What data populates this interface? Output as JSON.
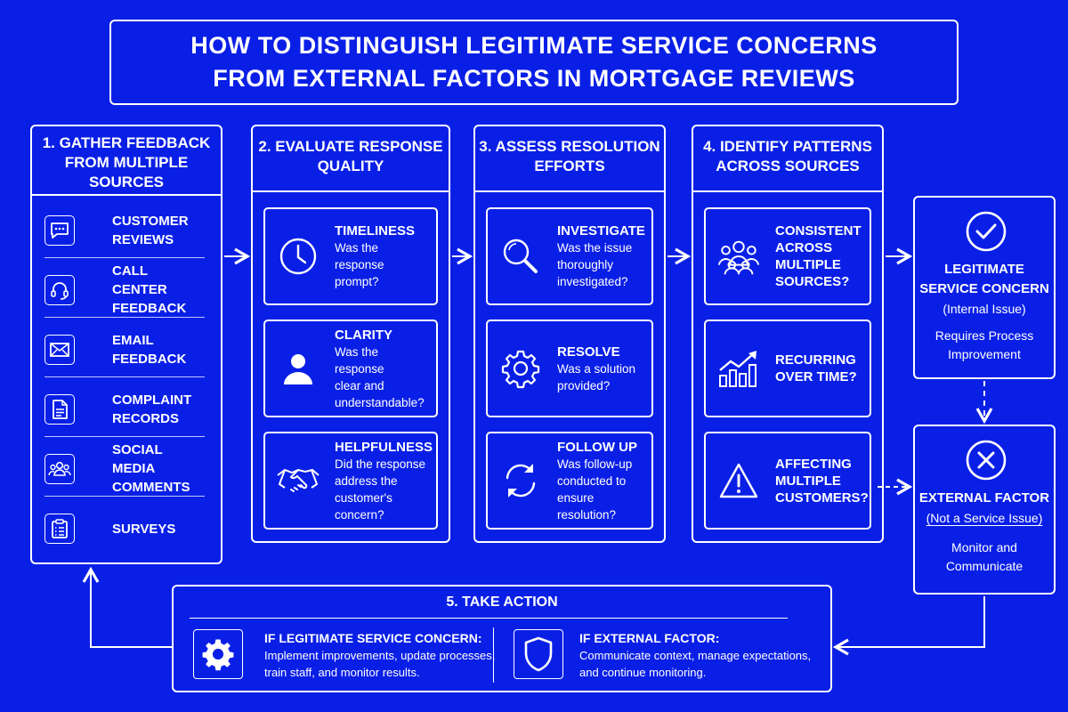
{
  "title": {
    "line1": "HOW TO DISTINGUISH LEGITIMATE SERVICE CONCERNS",
    "line2": "FROM EXTERNAL FACTORS IN MORTGAGE REVIEWS"
  },
  "step1": {
    "heading": [
      "1. GATHER FEEDBACK",
      "FROM MULTIPLE",
      "SOURCES"
    ],
    "items": [
      {
        "icon": "chat-bubble-icon",
        "label": [
          "CUSTOMER",
          "REVIEWS"
        ]
      },
      {
        "icon": "headset-icon",
        "label": [
          "CALL CENTER",
          "FEEDBACK"
        ]
      },
      {
        "icon": "envelope-icon",
        "label": [
          "EMAIL",
          "FEEDBACK"
        ]
      },
      {
        "icon": "document-icon",
        "label": [
          "COMPLAINT",
          "RECORDS"
        ]
      },
      {
        "icon": "people-icon",
        "label": [
          "SOCIAL MEDIA",
          "COMMENTS"
        ]
      },
      {
        "icon": "clipboard-icon",
        "label": [
          "SURVEYS"
        ]
      }
    ]
  },
  "step2": {
    "heading": [
      "2. EVALUATE RESPONSE",
      "QUALITY"
    ],
    "cards": [
      {
        "icon": "clock-icon",
        "title": "TIMELINESS",
        "desc": [
          "Was the response",
          "prompt?"
        ]
      },
      {
        "icon": "person-icon",
        "title": "CLARITY",
        "desc": [
          "Was the response",
          "clear and",
          "understandable?"
        ]
      },
      {
        "icon": "handshake-icon",
        "title": "HELPFULNESS",
        "desc": [
          "Did the response",
          "address the",
          "customer's concern?"
        ]
      }
    ]
  },
  "step3": {
    "heading": [
      "3. ASSESS RESOLUTION",
      "EFFORTS"
    ],
    "cards": [
      {
        "icon": "magnifier-icon",
        "title": "INVESTIGATE",
        "desc": [
          "Was the issue",
          "thoroughly",
          "investigated?"
        ]
      },
      {
        "icon": "gear-icon",
        "title": "RESOLVE",
        "desc": [
          "Was a solution",
          "provided?"
        ]
      },
      {
        "icon": "refresh-icon",
        "title": "FOLLOW UP",
        "desc": [
          "Was follow-up",
          "conducted to",
          "ensure resolution?"
        ]
      }
    ]
  },
  "step4": {
    "heading": [
      "4. IDENTIFY PATTERNS",
      "ACROSS SOURCES"
    ],
    "cards": [
      {
        "icon": "group-icon",
        "title": [
          "CONSISTENT",
          "ACROSS",
          "MULTIPLE",
          "SOURCES?"
        ]
      },
      {
        "icon": "trend-chart-icon",
        "title": [
          "RECURRING",
          "OVER TIME?"
        ]
      },
      {
        "icon": "warning-icon",
        "title": [
          "AFFECTING",
          "MULTIPLE",
          "CUSTOMERS?"
        ]
      }
    ]
  },
  "legit": {
    "icon": "check-circle-icon",
    "title": [
      "LEGITIMATE",
      "SERVICE CONCERN"
    ],
    "sub": "(Internal Issue)",
    "note": [
      "Requires Process",
      "Improvement"
    ]
  },
  "external": {
    "icon": "x-circle-icon",
    "title": "EXTERNAL FACTOR",
    "sub": "(Not a Service Issue)",
    "note": [
      "Monitor and",
      "Communicate"
    ]
  },
  "step5": {
    "heading": "5. TAKE ACTION",
    "left": {
      "icon": "gear-icon",
      "title": "IF LEGITIMATE SERVICE CONCERN:",
      "desc": [
        "Implement improvements, update processes,",
        "train staff, and monitor results."
      ]
    },
    "right": {
      "icon": "shield-icon",
      "title": "IF EXTERNAL FACTOR:",
      "desc": [
        "Communicate context, manage expectations,",
        "and continue monitoring."
      ]
    }
  },
  "colors": {
    "background": "#0a1fe6",
    "foreground": "#ffffff"
  }
}
